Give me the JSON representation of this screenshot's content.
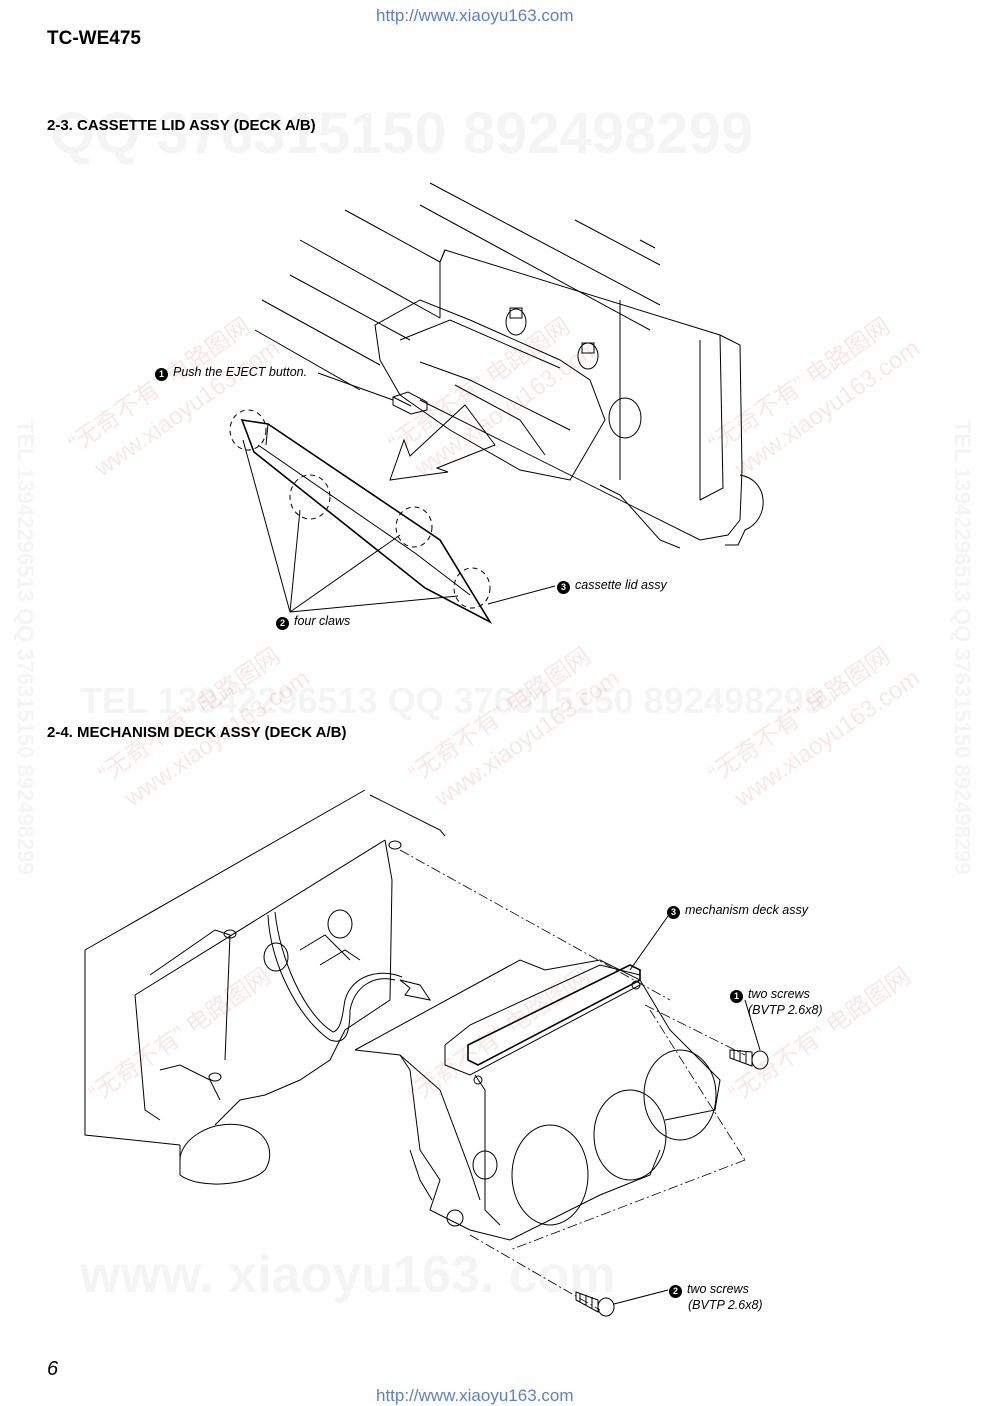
{
  "header": {
    "url_top": "http://www.xiaoyu163.com",
    "model": "TC-WE475"
  },
  "sections": [
    {
      "title": "2-3. CASSETTE LID ASSY (DECK A/B)",
      "callouts": [
        {
          "num": "1",
          "text": "Push the EJECT button."
        },
        {
          "num": "2",
          "text": "four claws"
        },
        {
          "num": "3",
          "text": "cassette lid assy"
        }
      ]
    },
    {
      "title": "2-4. MECHANISM DECK ASSY (DECK A/B)",
      "callouts": [
        {
          "num": "3",
          "text": "mechanism deck assy"
        },
        {
          "num": "1",
          "text": "two screws",
          "sub": "(BVTP 2.6x8)"
        },
        {
          "num": "2",
          "text": "two screws",
          "sub": "(BVTP 2.6x8)"
        }
      ]
    }
  ],
  "watermarks": {
    "qq": "QQ 376315150   892498299",
    "tel": "TEL 13942296513",
    "tel_qq": "TEL 13942296513   QQ 376315150   892498299",
    "www": "www.xiaoyu163.com",
    "www_spaced": "www. xiaoyu163. com",
    "cn": "“无奇不有” 电路图网"
  },
  "footer": {
    "page_number": "6",
    "url_bottom": "http://www.xiaoyu163.com"
  }
}
